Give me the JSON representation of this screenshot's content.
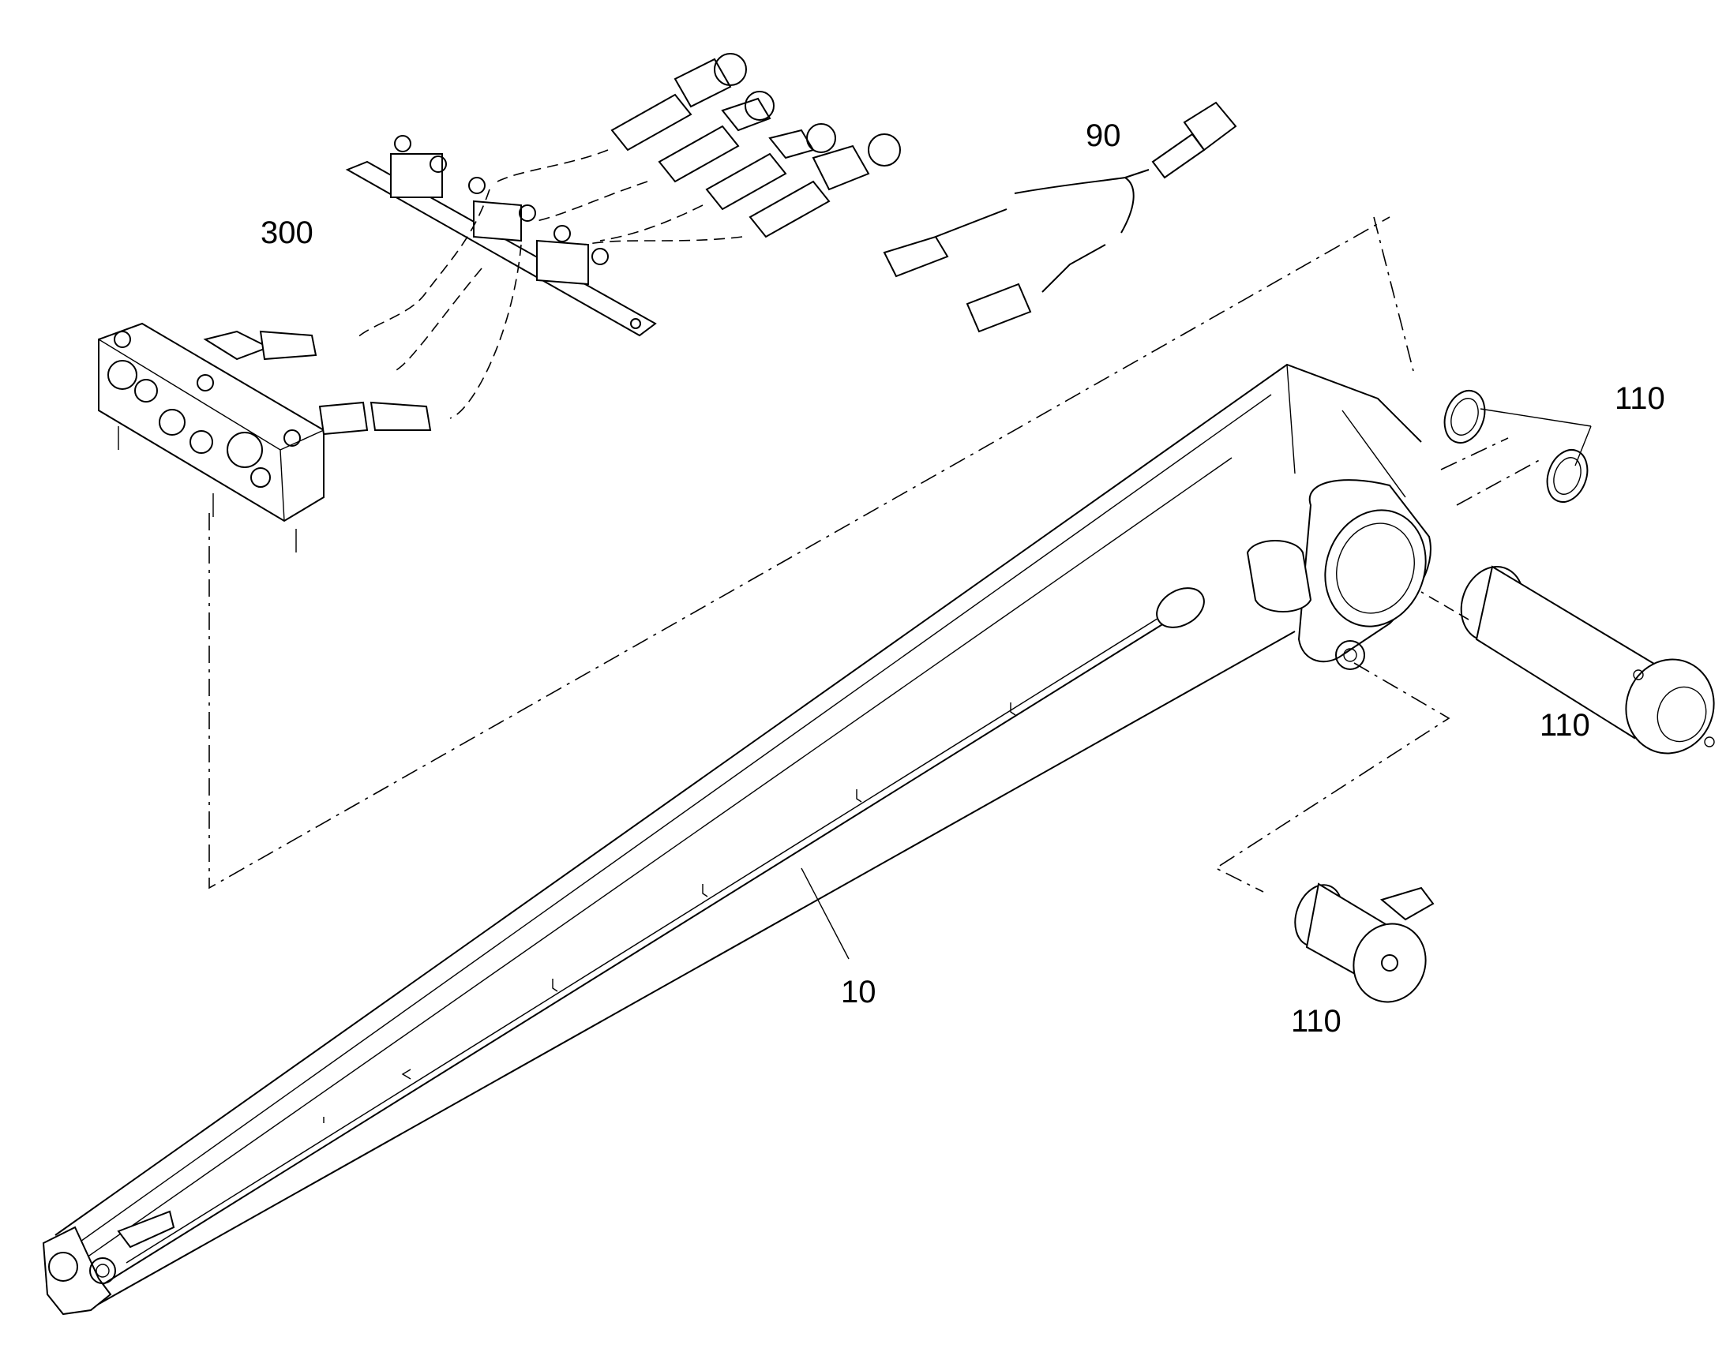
{
  "diagram": {
    "callouts": [
      {
        "id": "c300",
        "text": "300"
      },
      {
        "id": "c90",
        "text": "90"
      },
      {
        "id": "c110a",
        "text": "110"
      },
      {
        "id": "c110b",
        "text": "110"
      },
      {
        "id": "c110c",
        "text": "110"
      },
      {
        "id": "c10",
        "text": "10"
      }
    ]
  }
}
